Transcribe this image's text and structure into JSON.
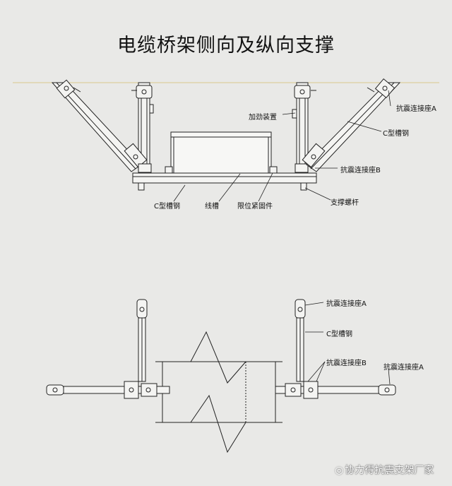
{
  "title": "电缆桥架侧向及纵向支撑",
  "top_view": {
    "labels": {
      "seismic_seat_a": "抗震连接座A",
      "reinforcing_device": "加劲装置",
      "c_channel_right": "C型槽钢",
      "seismic_seat_b": "抗震连接座B",
      "c_channel_bottom": "C型槽钢",
      "cable_tray": "线槽",
      "limit_fastener": "限位紧固件",
      "support_rod": "支撑螺杆"
    }
  },
  "bottom_view": {
    "labels": {
      "seismic_seat_a_top": "抗震连接座A",
      "c_channel": "C型槽钢",
      "seismic_seat_b": "抗震连接座B",
      "seismic_seat_a_right": "抗震连接座A"
    }
  },
  "watermark": {
    "icon": "weibo-logo-icon",
    "text": "协力得抗震支架厂家"
  }
}
